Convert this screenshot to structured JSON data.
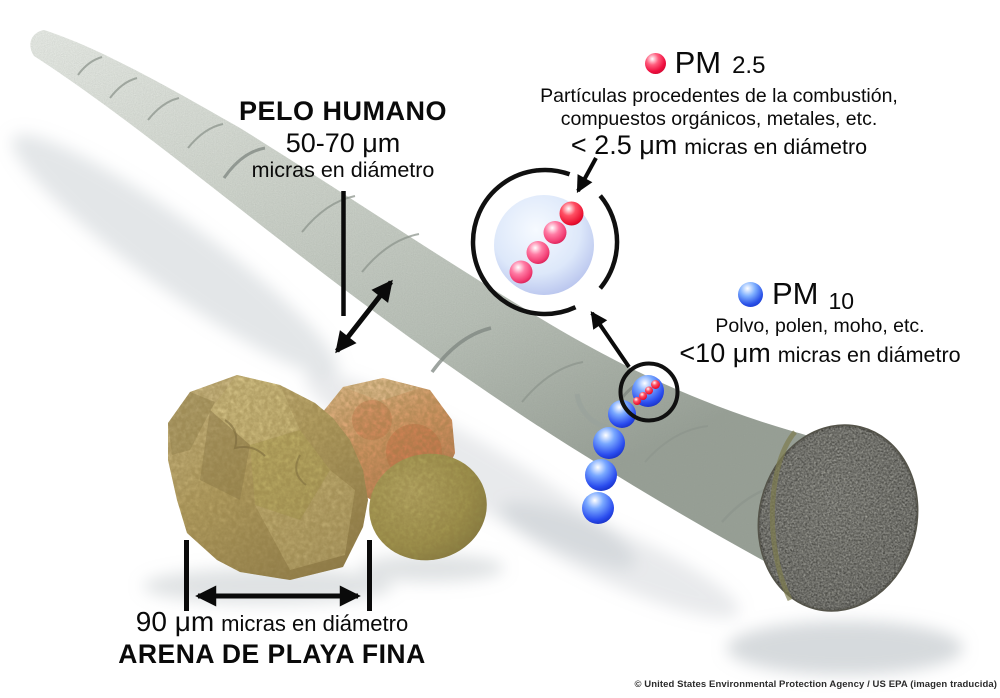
{
  "figure": {
    "hair": {
      "title": "PELO HUMANO",
      "size": "50-70 μm",
      "unit": "micras en diámetro"
    },
    "pm25": {
      "symbol": "PM",
      "subscript": "2.5",
      "desc1": "Partículas procedentes de la combustión,",
      "desc2": "compuestos orgánicos, metales, etc.",
      "size": "< 2.5 μm",
      "unit": "micras en diámetro",
      "color": "#ef0f3f"
    },
    "pm10": {
      "symbol": "PM",
      "subscript": "10",
      "desc1": "Polvo, polen, moho, etc.",
      "size": "<10 μm",
      "unit": "micras en diámetro",
      "color": "#2a52e8"
    },
    "sand": {
      "size": "90 μm",
      "unit": "micras en diámetro",
      "title": "ARENA DE PLAYA FINA"
    },
    "credit": "© United States Environmental Protection Agency / US EPA (imagen traducida)",
    "colors": {
      "hair_gray": "#c9cfc9",
      "hair_cut_gray": "#76766c",
      "sand_tan": "#c9b478",
      "sand_orange": "#e09a6c",
      "sand_olive": "#a49a55",
      "arrow_black": "#0a0a0a"
    }
  }
}
